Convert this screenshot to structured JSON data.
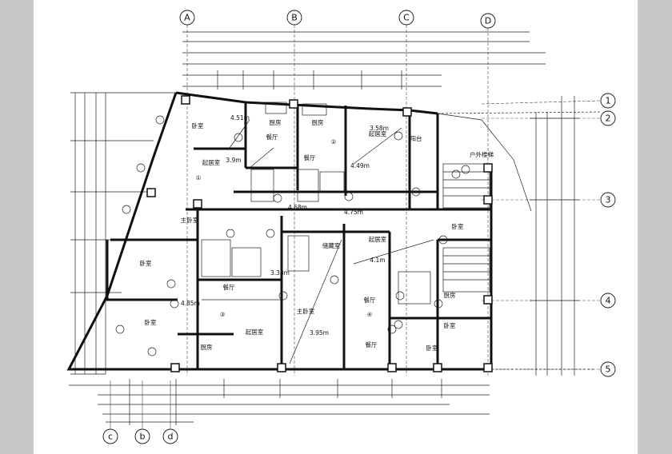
{
  "axes": {
    "top": [
      "A",
      "B",
      "C",
      "D"
    ],
    "right": [
      "1",
      "2",
      "3",
      "4",
      "5"
    ],
    "bottom": [
      "c",
      "b",
      "d"
    ]
  },
  "rooms": [
    {
      "label": "卧室"
    },
    {
      "label": "厨房"
    },
    {
      "label": "厨房"
    },
    {
      "label": "起居室"
    },
    {
      "label": "阳台"
    },
    {
      "label": "餐厅"
    },
    {
      "label": "餐厅"
    },
    {
      "label": "起居室"
    },
    {
      "label": "主卧室"
    },
    {
      "label": "卧室"
    },
    {
      "label": "餐厅"
    },
    {
      "label": "储藏室"
    },
    {
      "label": "起居室"
    },
    {
      "label": "卧室"
    },
    {
      "label": "餐厅"
    },
    {
      "label": "起居室"
    },
    {
      "label": "主卧室"
    },
    {
      "label": "餐厅"
    },
    {
      "label": "卧室"
    },
    {
      "label": "厨房"
    },
    {
      "label": "卧室"
    },
    {
      "label": "厨房"
    },
    {
      "label": "卧室"
    }
  ],
  "dimensions": [
    {
      "text": "4.51m"
    },
    {
      "text": "3.58m"
    },
    {
      "text": "4.49m"
    },
    {
      "text": "3.9m"
    },
    {
      "text": "4.75m"
    },
    {
      "text": "3.38m"
    },
    {
      "text": "4.1m"
    },
    {
      "text": "4.85m"
    },
    {
      "text": "3.95m"
    },
    {
      "text": "4.68m"
    }
  ],
  "unit_marks": [
    "①",
    "②",
    "③",
    "④"
  ],
  "stair_label": "户外楼梯"
}
